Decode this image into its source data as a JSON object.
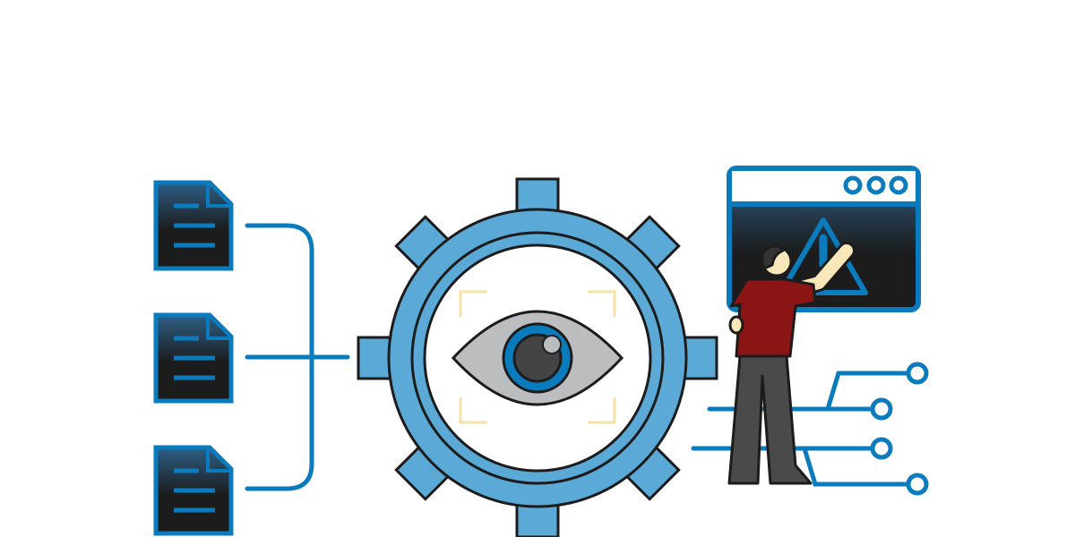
{
  "illustration": {
    "documents": [
      {
        "icon": "document-icon"
      },
      {
        "icon": "document-icon"
      },
      {
        "icon": "document-icon"
      }
    ],
    "center": {
      "icon": "gear-eye-icon"
    },
    "alert_window": {
      "icon": "warning-window-icon",
      "dots": [
        "window-dot",
        "window-dot",
        "window-dot"
      ]
    },
    "person": {
      "icon": "person-icon"
    },
    "circuit": {
      "nodes": 4
    }
  },
  "colors": {
    "accent": "#0a7bbd",
    "gear": "#5aa9d6",
    "dark": "#1c1c1c",
    "eye_gray": "#bcbdbf",
    "shirt": "#8b1414",
    "pants": "#4a4a4a",
    "skin": "#f7e7b9",
    "hair": "#333333",
    "corner_marks": "#f3e3a6"
  }
}
